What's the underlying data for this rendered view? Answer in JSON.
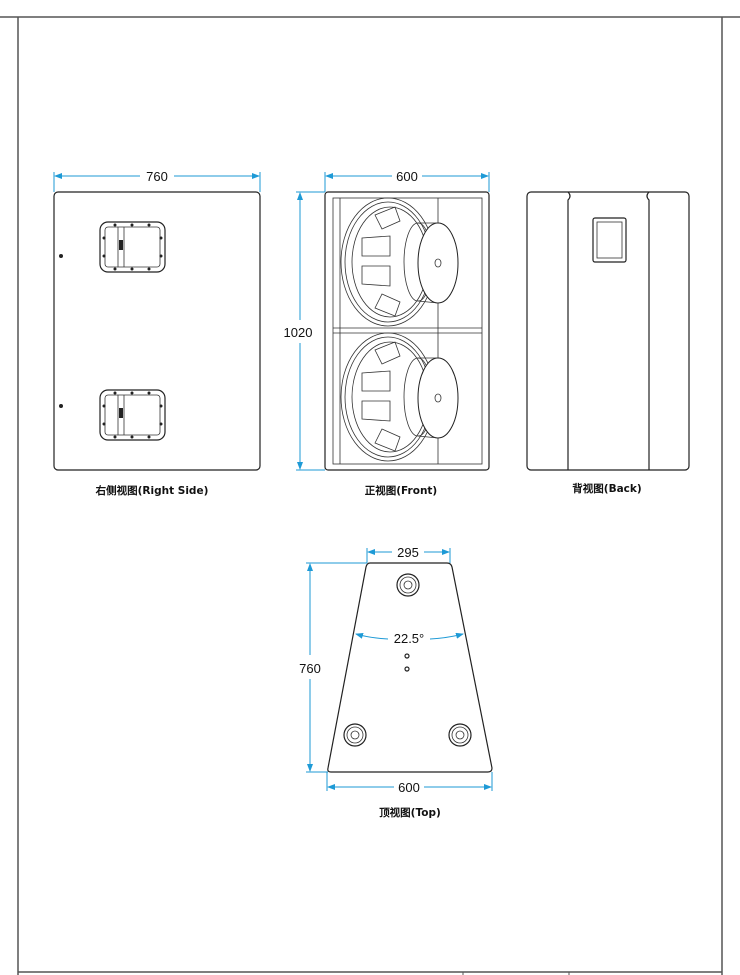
{
  "views": {
    "side": {
      "label": "右侧视图(Right Side)",
      "width_dim": "760"
    },
    "front": {
      "label": "正视图(Front)",
      "width_dim": "600",
      "height_dim": "1020"
    },
    "back": {
      "label": "背视图(Back)"
    },
    "top": {
      "label": "顶视图(Top)",
      "top_width_dim": "295",
      "depth_dim": "760",
      "bottom_width_dim": "600",
      "angle": "22.5°"
    }
  },
  "colors": {
    "dimension": "#1e9ad6",
    "line": "#222222"
  }
}
